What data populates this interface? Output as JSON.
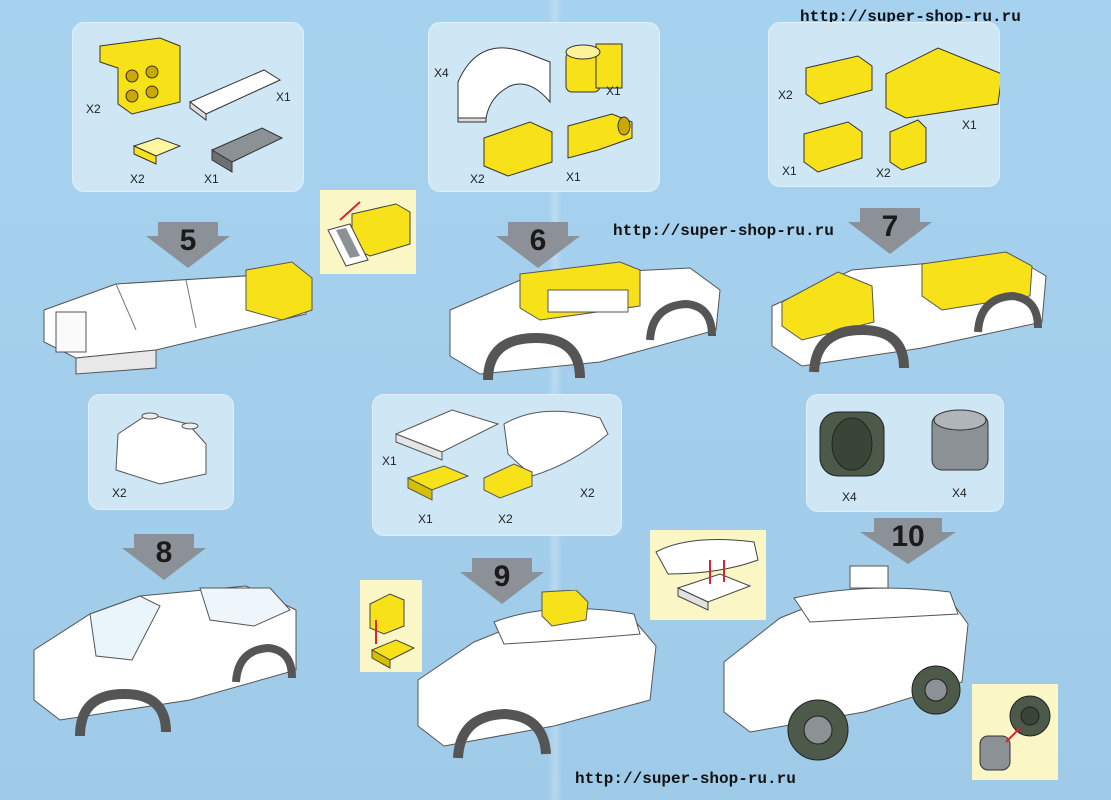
{
  "watermark": {
    "top": "http://super-shop-ru.ru",
    "middle": "http://super-shop-ru.ru",
    "bottom": "http://super-shop-ru.ru"
  },
  "panels": {
    "p1": {
      "a": "X2",
      "b": "X1",
      "c": "X2",
      "d": "X1"
    },
    "p2": {
      "a": "X4",
      "b": "X1",
      "c": "X2",
      "d": "X1"
    },
    "p3": {
      "a": "X2",
      "b": "X1",
      "c": "X1",
      "d": "X2"
    },
    "p8": {
      "a": "X2"
    },
    "p9": {
      "a": "X1",
      "b": "X2",
      "c": "X1",
      "d": "X2"
    },
    "p10": {
      "a": "X4",
      "b": "X4"
    }
  },
  "steps": {
    "s5": "5",
    "s6": "6",
    "s7": "7",
    "s8": "8",
    "s9": "9",
    "s10": "10"
  },
  "colors": {
    "yellow": "#f7e21a",
    "white": "#ffffff",
    "grey": "#8c9196",
    "tire": "#4d5a4a",
    "background": "#a7d2ef"
  }
}
